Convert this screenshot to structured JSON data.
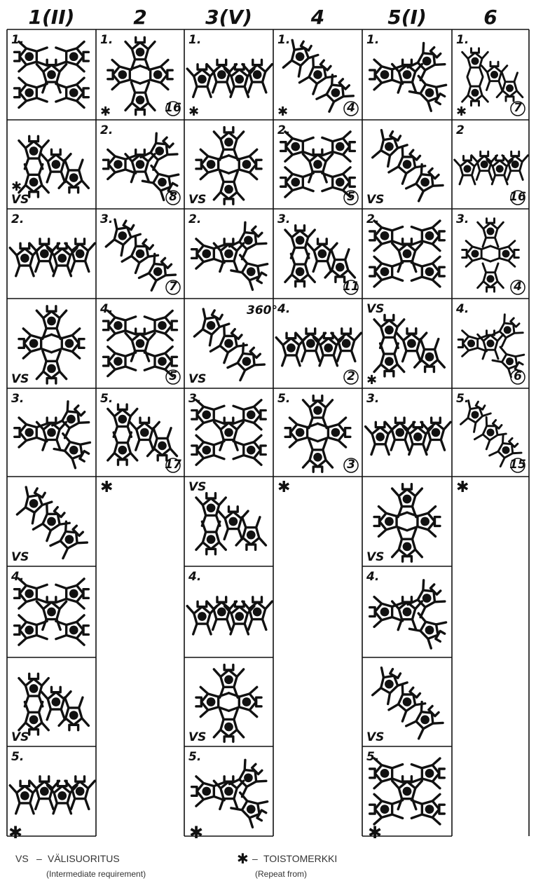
{
  "columns": [
    {
      "label": "1(II)",
      "cells": [
        {
          "label": "1.",
          "note": ""
        },
        {
          "label": "",
          "note": "VS",
          "star": true
        },
        {
          "label": "2.",
          "note": ""
        },
        {
          "label": "",
          "note": "VS"
        },
        {
          "label": "3.",
          "note": ""
        },
        {
          "label": "",
          "note": "VS"
        },
        {
          "label": "4.",
          "note": ""
        },
        {
          "label": "",
          "note": "VS"
        },
        {
          "label": "5.",
          "note": ""
        }
      ]
    },
    {
      "label": "2",
      "cells": [
        {
          "label": "1.",
          "note": "",
          "star": true,
          "num": "16"
        },
        {
          "label": "2.",
          "note": "",
          "num": "8"
        },
        {
          "label": "3.",
          "note": "",
          "num": "7"
        },
        {
          "label": "4.",
          "note": "",
          "num": "5"
        },
        {
          "label": "5.",
          "note": "",
          "num": "17"
        }
      ]
    },
    {
      "label": "3(V)",
      "cells": [
        {
          "label": "1.",
          "note": "",
          "star": true
        },
        {
          "label": "",
          "note": "VS"
        },
        {
          "label": "2.",
          "note": ""
        },
        {
          "label": "",
          "note": "VS",
          "extra": "360°"
        },
        {
          "label": "3.",
          "note": ""
        },
        {
          "label": "VS",
          "note": ""
        },
        {
          "label": "4.",
          "note": ""
        },
        {
          "label": "",
          "note": "VS"
        },
        {
          "label": "5.",
          "note": ""
        }
      ]
    },
    {
      "label": "4",
      "cells": [
        {
          "label": "1.",
          "note": "",
          "star": true,
          "num": "4"
        },
        {
          "label": "2.",
          "note": "",
          "num": "5"
        },
        {
          "label": "3.",
          "note": "",
          "num": "11"
        },
        {
          "label": "4.",
          "note": "",
          "num": "2"
        },
        {
          "label": "5.",
          "note": "",
          "num": "3"
        }
      ]
    },
    {
      "label": "5(I)",
      "cells": [
        {
          "label": "1.",
          "note": ""
        },
        {
          "label": "",
          "note": "VS"
        },
        {
          "label": "2.",
          "note": ""
        },
        {
          "label": "VS",
          "note": "",
          "star": true
        },
        {
          "label": "3.",
          "note": ""
        },
        {
          "label": "",
          "note": "VS"
        },
        {
          "label": "4.",
          "note": ""
        },
        {
          "label": "",
          "note": "VS"
        },
        {
          "label": "5.",
          "note": ""
        }
      ]
    },
    {
      "label": "6",
      "cells": [
        {
          "label": "1.",
          "note": "",
          "star": true,
          "num": "7"
        },
        {
          "label": "2",
          "note": "",
          "num": "16"
        },
        {
          "label": "3.",
          "note": "",
          "num": "4"
        },
        {
          "label": "4.",
          "note": "",
          "num": "6"
        },
        {
          "label": "5.",
          "note": "",
          "num": "15"
        }
      ]
    }
  ],
  "legend": {
    "vs_symbol": "VS",
    "vs_dash": "–",
    "vs_term": "VÄLISUORITUS",
    "vs_english": "(Intermediate requirement)",
    "star_dash": "–",
    "star_term": "TOISTOMERKKI",
    "star_english": "(Repeat from)"
  }
}
